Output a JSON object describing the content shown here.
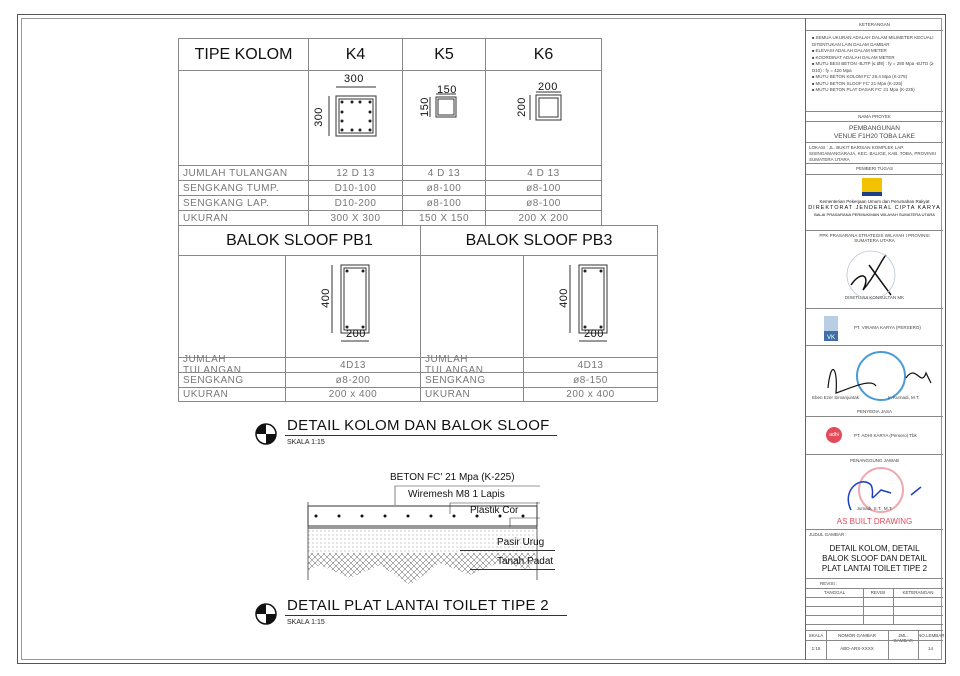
{
  "column_table": {
    "header": "TIPE KOLOM",
    "types": [
      "K4",
      "K5",
      "K6"
    ],
    "dims": [
      {
        "w": "300",
        "h": "300"
      },
      {
        "w": "150",
        "h": "150"
      },
      {
        "w": "200",
        "h": "200"
      }
    ],
    "rows": [
      {
        "label": "JUMLAH TULANGAN",
        "values": [
          "12 D 13",
          "4 D 13",
          "4 D 13"
        ]
      },
      {
        "label": "SENGKANG TUMP.",
        "values": [
          "D10-100",
          "ø8-100",
          "ø8-100"
        ]
      },
      {
        "label": "SENGKANG LAP.",
        "values": [
          "D10-200",
          "ø8-100",
          "ø8-100"
        ]
      },
      {
        "label": "UKURAN",
        "values": [
          "300 X 300",
          "150 X 150",
          "200 X 200"
        ]
      }
    ]
  },
  "sloof_table": {
    "types": [
      "BALOK SLOOF PB1",
      "BALOK SLOOF PB3"
    ],
    "dims": {
      "h": "400",
      "w": "200"
    },
    "rows": [
      {
        "label": "JUMLAH TULANGAN",
        "values": [
          "4D13",
          "4D13"
        ]
      },
      {
        "label": "SENGKANG",
        "values": [
          "ø8-200",
          "ø8-150"
        ]
      },
      {
        "label": "UKURAN",
        "values": [
          "200 x 400",
          "200 x 400"
        ]
      }
    ]
  },
  "detail1": {
    "title": "DETAIL KOLOM DAN BALOK SLOOF",
    "scale": "SKALA 1:15"
  },
  "detail2": {
    "title": "DETAIL PLAT LANTAI TOILET TIPE 2",
    "scale": "SKALA 1:15",
    "notes": [
      "BETON FC' 21 Mpa (K-225)",
      "Wiremesh M8 1 Lapis",
      "Plastik Cor",
      "Pasir Urug",
      "Tanah Padat"
    ]
  },
  "title_block": {
    "keterangan": "KETERANGAN",
    "notes": [
      "SEMUA UKURAN ADALAH DALAM MILIMETER KECUALI DITENTUKAN LAIN DALAM GAMBAR",
      "ELEVASI ADALAH DALAM METER",
      "KOORDINAT ADALAH DALAM METER",
      "MUTU BESI BETON -BJTP (≤ Ø8) : fy = 280 Mpa -BJTD (≥ D10) : fy = 420 Mpa",
      "MUTU BETON KOLOM FC' 26.4 Mpa (K-275)",
      "MUTU BETON SLOOF FC' 21 Mpa (K-225)",
      "MUTU BETON PLAT DASAR FC' 21 Mpa (K-225)"
    ],
    "nama_proyek": "NAMA PROYEK",
    "proyek": [
      "PEMBANGUNAN",
      "VENUE F1H20 TOBA LAKE"
    ],
    "lokasi": "LOKASI : JL. BUKIT BARISAN KOMPLEK LAP. SISINGAMANGARAJA, KEC. BALIGE, KAB. TOBA, PROVINSI SUMATERA UTARA",
    "pemberi_tugas": "PEMBERI TUGAS",
    "ministry": [
      "Kementerian Pekerjaan Umum dan Perumahan Rakyat",
      "DIREKTORAT JENDERAL CIPTA KARYA",
      "BALAI PRASARANA PERMUKIMAN WILAYAH SUMATERA UTARA"
    ],
    "ppk": "PPK PRASARANA STRATEGIS WILAYAH I PROVINSI SUMATERA UTARA",
    "disetujui": "DISETUJUI KONSULTAN MK",
    "mk": "PT. VIRAMA KARYA (PERSERO)",
    "vk_logo": "VK",
    "mk_signers": [
      "Eben Ezer Simanjuntak",
      "Ir. Kurnadi, M.T."
    ],
    "penyedia": "PENYEDIA JASA",
    "kontraktor": "PT. ADHI KARYA (Persero) Tbk",
    "adhi_logo": "adhi",
    "penanggung": "PENANGGUNG JAWAB",
    "pj_name": "Jumadi, S.T., M.T.",
    "as_built": "AS BUILT DRAWING",
    "judul_label": "JUDUL GAMBAR :",
    "judul": [
      "DETAIL KOLOM, DETAIL",
      "BALOK SLOOF DAN DETAIL",
      "PLAT LANTAI TOILET TIPE 2"
    ],
    "revisi": "REVISI :",
    "rev_headers": [
      "TANGGAL",
      "REVISI",
      "KETERANGAN"
    ],
    "foot_headers": [
      "SKALA",
      "NOMOR GAMBAR",
      "JML. GAMBAR",
      "NO.LEMBAR"
    ],
    "foot_values": [
      "1:15",
      "ABD-ARS-XXXX",
      "",
      "14"
    ]
  }
}
